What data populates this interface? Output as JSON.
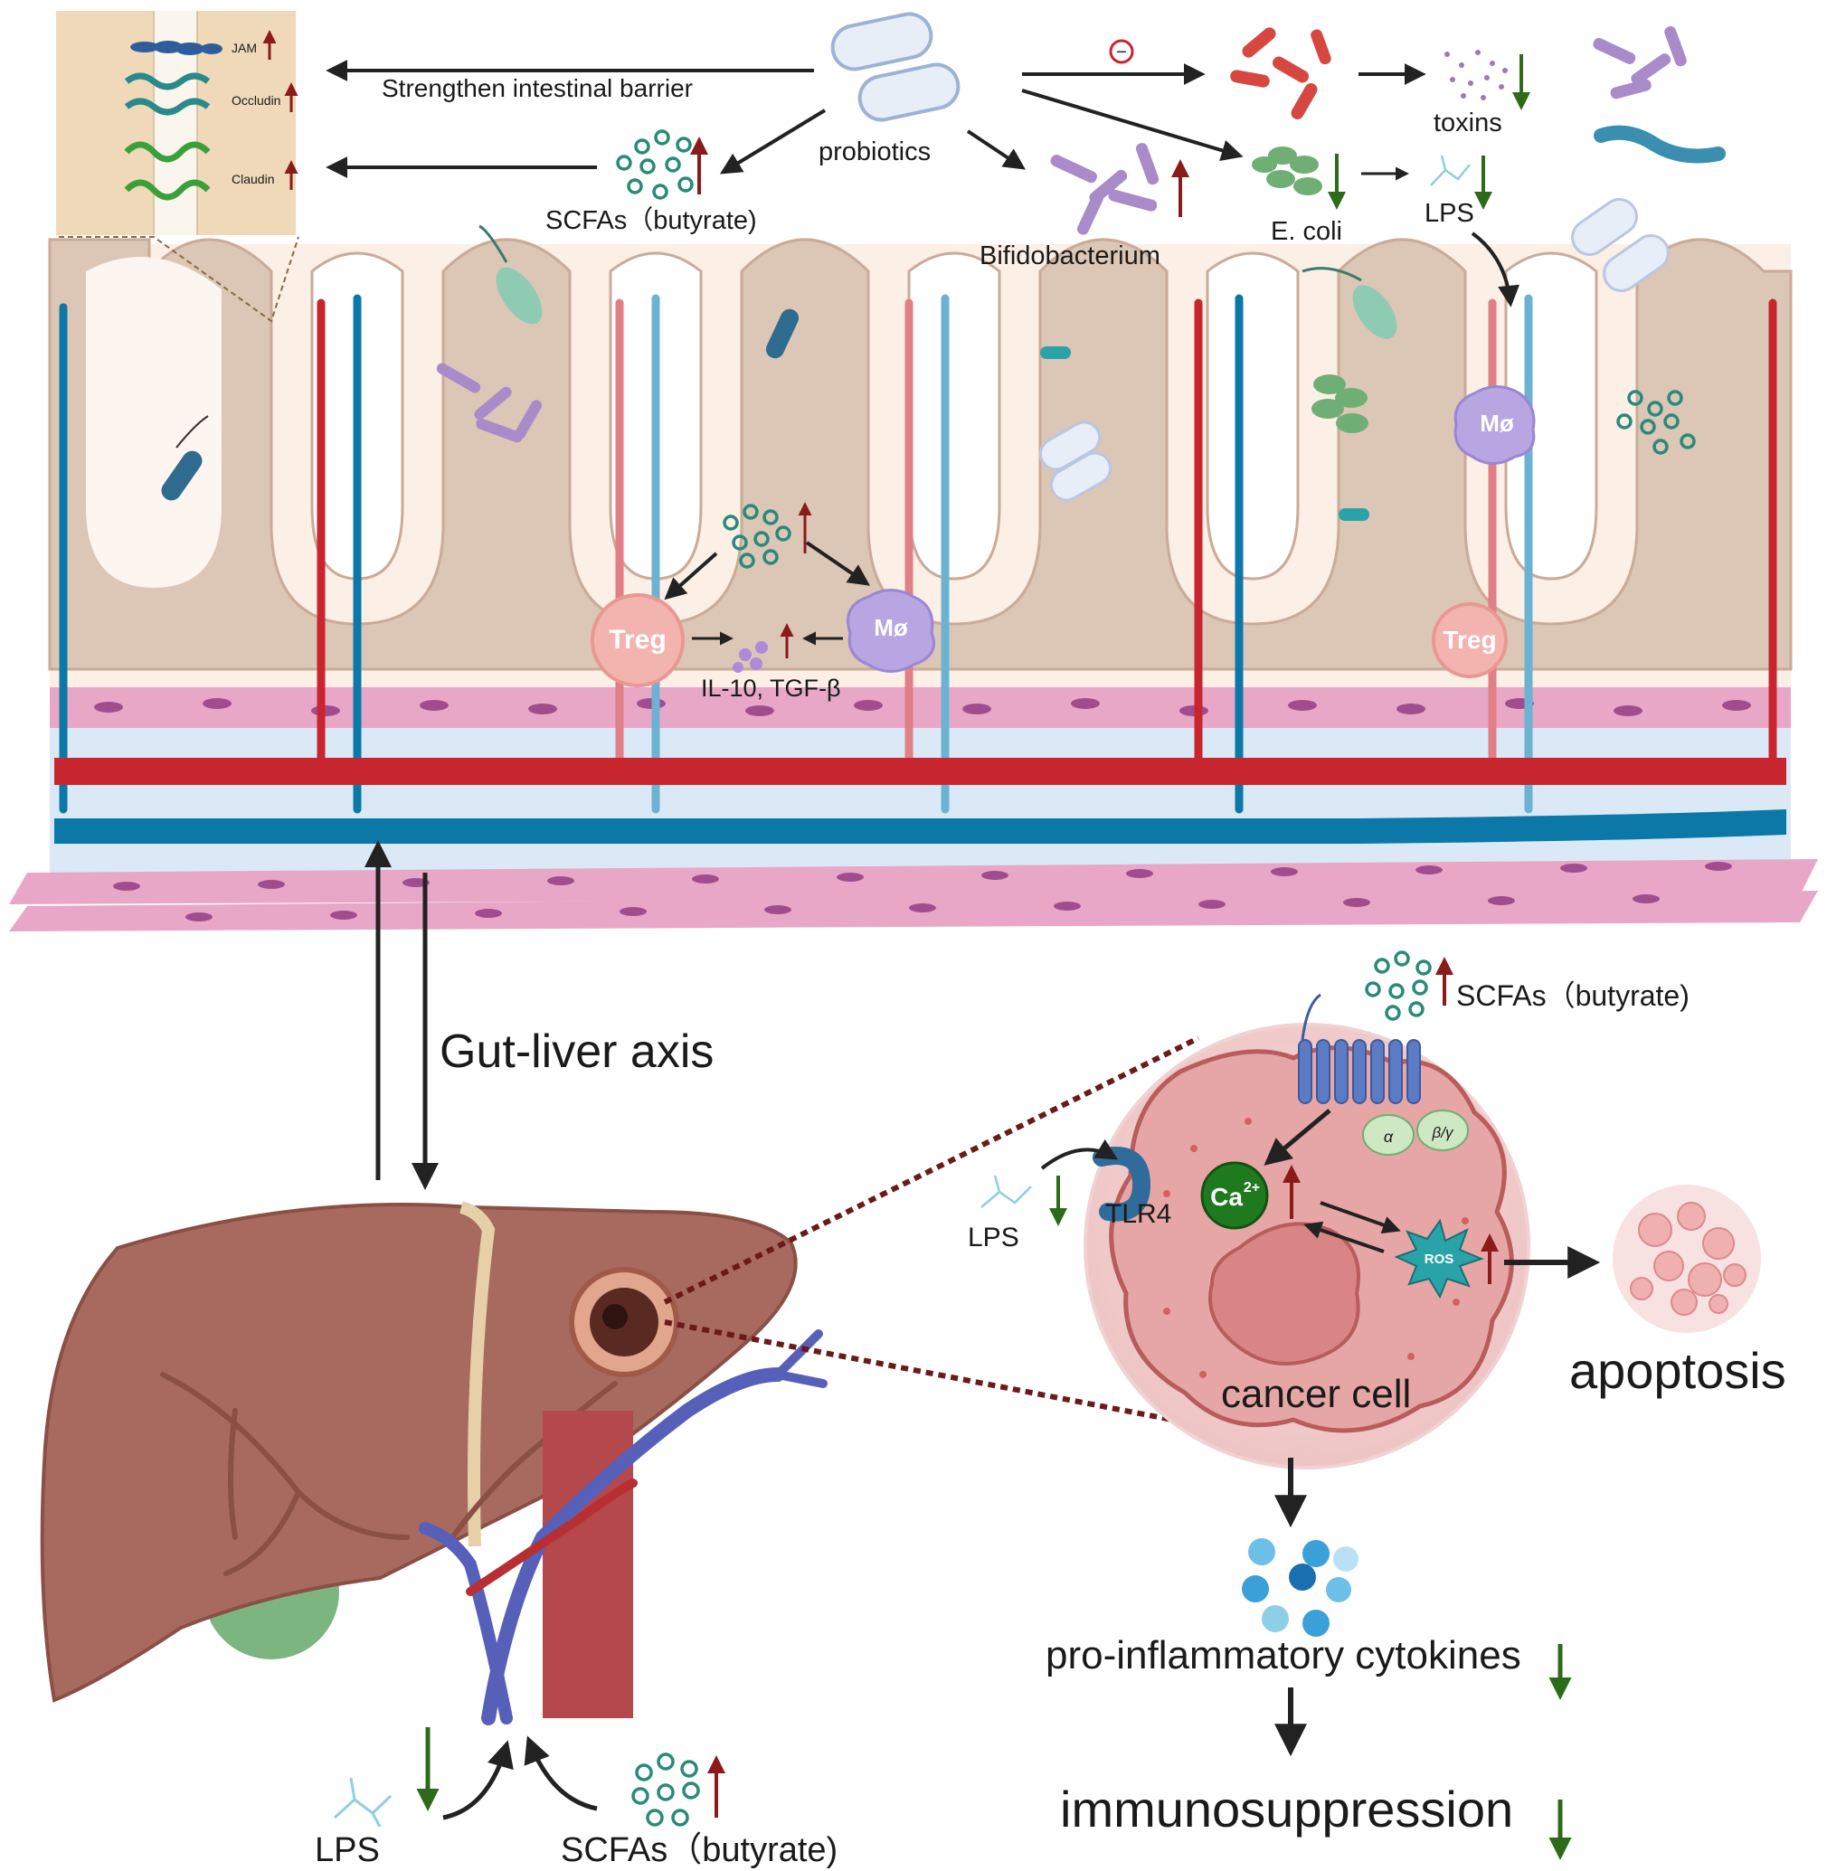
{
  "labels": {
    "jam": "JAM",
    "occludin": "Occludin",
    "claudin": "Claudin",
    "strengthen": "Strengthen intestinal barrier",
    "probiotics": "probiotics",
    "scfas_top": "SCFAs（butyrate)",
    "bifido": "Bifidobacterium",
    "ecoli": "E. coli",
    "lps_top": "LPS",
    "toxins": "toxins",
    "inhibit": "−",
    "treg": "Treg",
    "mo": "Mø",
    "il10": "IL-10, TGF-β",
    "gut_liver": "Gut-liver axis",
    "scfas_cell": "SCFAs（butyrate)",
    "tlr4": "TLR4",
    "lps_cell": "LPS",
    "ca": "Ca",
    "ca_sup": "2+",
    "ros": "ROS",
    "alpha": "α",
    "betagamma": "β/γ",
    "cancer_cell": "cancer cell",
    "apoptosis": "apoptosis",
    "pro_inflam": "pro-inflammatory cytokines",
    "immuno": "immunosuppression",
    "lps_bottom": "LPS",
    "scfas_bottom": "SCFAs（butyrate)"
  },
  "colors": {
    "arrow": "#222222",
    "up_arrow": "#8b1a1a",
    "down_arrow": "#2d6a1a",
    "artery": "#c8262f",
    "vein": "#0c78a8",
    "epithelium": "#d9c3b3",
    "muscle": "#e9a3c8",
    "liver": "#a86a5e",
    "scfa_dot": "#2a8a78"
  }
}
